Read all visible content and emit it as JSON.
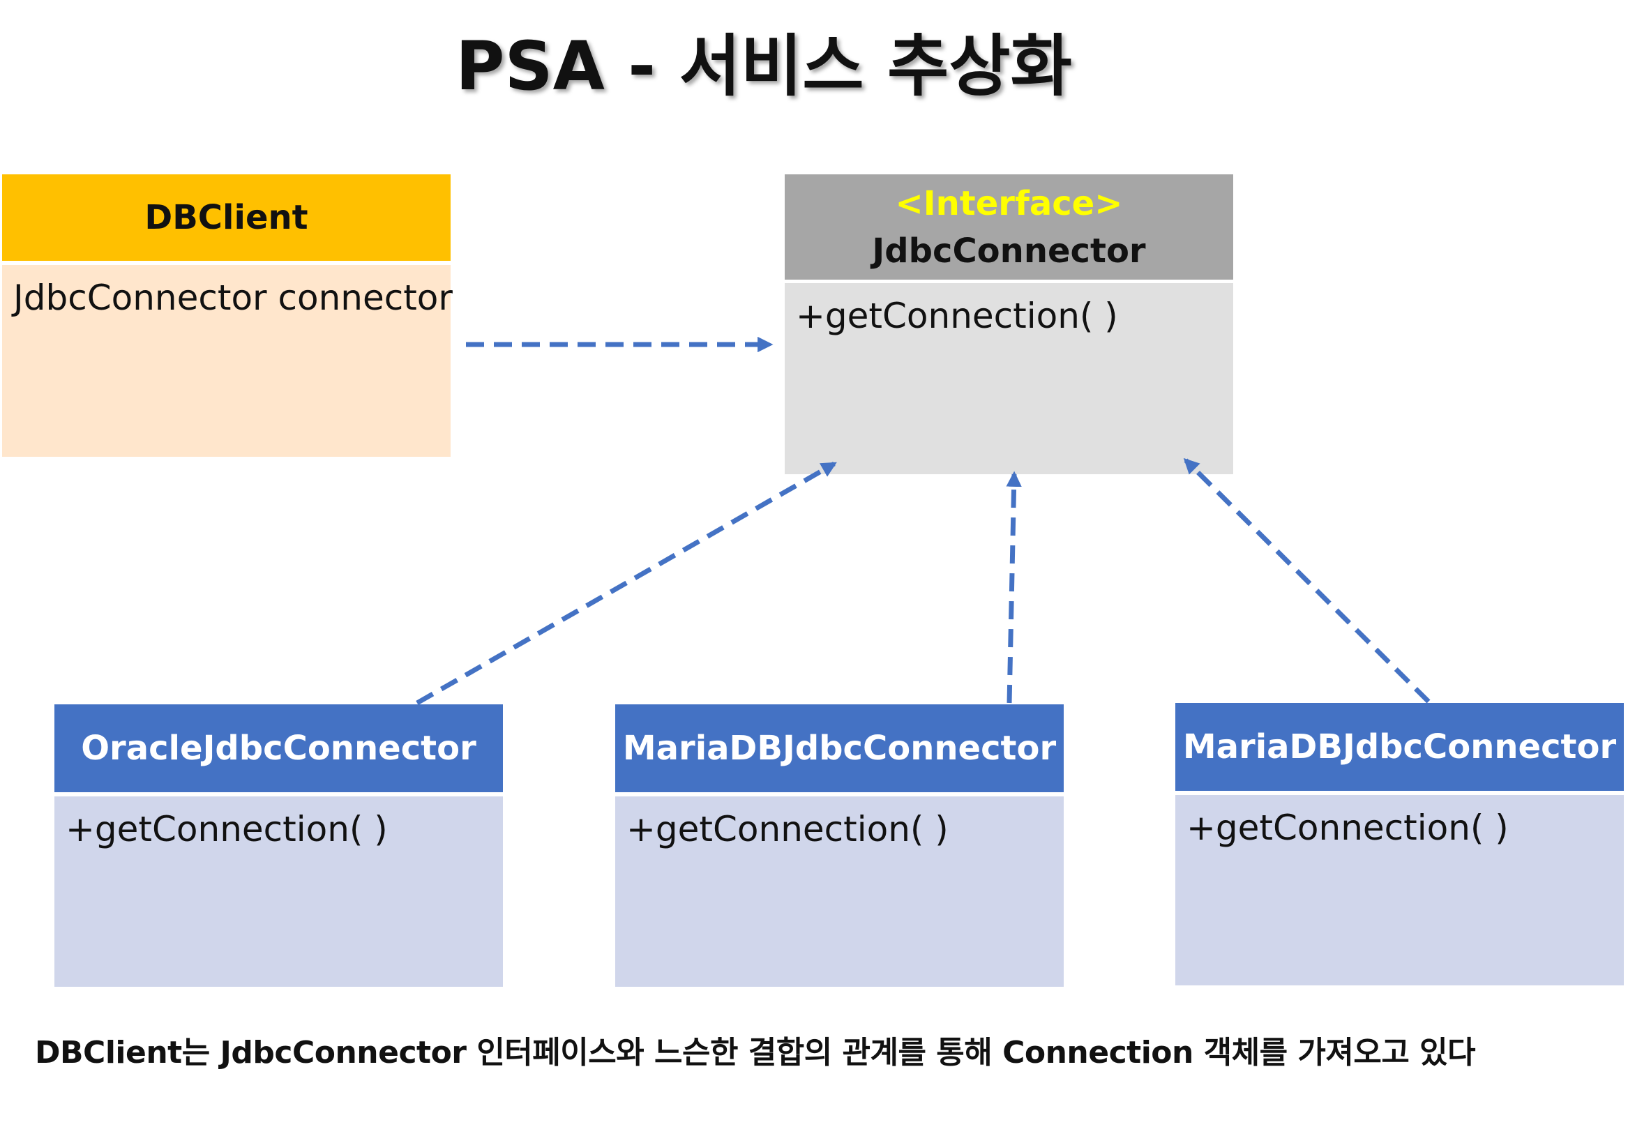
{
  "title": "PSA - 서비스 추상화",
  "diagram": {
    "client": {
      "name": "DBClient",
      "field": "JdbcConnector connector",
      "header_color": "#FFC000",
      "body_color": "#FFE6CC"
    },
    "interface": {
      "stereotype": "<Interface>",
      "name": "JdbcConnector",
      "method": "+getConnection( )",
      "header_color": "#A6A6A6",
      "body_color": "#E0E0E0",
      "stereotype_color": "#FFFF00"
    },
    "implementations": [
      {
        "name": "OracleJdbcConnector",
        "method": "+getConnection( )"
      },
      {
        "name": "MariaDBJdbcConnector",
        "method": "+getConnection( )"
      },
      {
        "name": "MariaDBJdbcConnector",
        "method": "+getConnection( )"
      }
    ],
    "impl_header_color": "#4472C4",
    "impl_body_color": "#D0D6EB",
    "arrow_color": "#4472C4"
  },
  "caption": "DBClient는 JdbcConnector 인터페이스와 느슨한 결합의 관계를 통해 Connection 객체를 가져오고 있다"
}
